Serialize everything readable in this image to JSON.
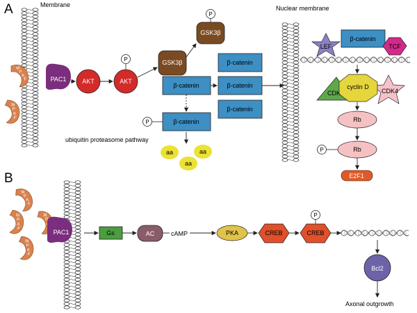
{
  "panel_a": {
    "letter": "A",
    "membrane_label": "Membrane",
    "nuclear_membrane_label": "Nuclear membrane",
    "mpaf_letters": [
      "M",
      "P",
      "A",
      "F"
    ],
    "pac1": "PAC1",
    "akt": "AKT",
    "gsk3b": "GSK3β",
    "beta_catenin": "β-catenin",
    "phospho": "P",
    "lef": "LEF",
    "tcf": "TCF",
    "cyclin_d": "cyclin D",
    "cdk6": "CDK6",
    "cdk4": "CDK4",
    "rb": "Rb",
    "e2f1": "E2F1",
    "ubiquitin_label": "ubiquitin proteasome pathway",
    "aa": "aa"
  },
  "panel_b": {
    "letter": "B",
    "pac1": "PAC1",
    "gs": "Gs",
    "ac": "AC",
    "camp": "cAMP",
    "pka": "PKA",
    "creb": "CREB",
    "phospho": "P",
    "bcl2": "Bcl2",
    "outcome": "Axonal outgrowth"
  },
  "colors": {
    "blue_box": "#3d8fc4",
    "akt_red": "#d32a2a",
    "pac1_purple": "#7b2d7e",
    "mpaf_orange": "#d9824e",
    "gsk_brown": "#7a4a22",
    "lef_purple": "#8a82c4",
    "tcf_pink": "#d4298c",
    "cyclin_yellow": "#e6d63d",
    "cdk6_green": "#5ea84a",
    "cdk4_pink": "#f5c2c9",
    "rb_pink": "#f6c1c3",
    "e2f1_orange": "#e05a26",
    "aa_yellow": "#ece135",
    "gs_green": "#4a9e3e",
    "ac_mauve": "#8a5c6a",
    "pka_yellow": "#e0c34a",
    "creb_red": "#e0502a",
    "bcl2_purple": "#6c63a8"
  }
}
